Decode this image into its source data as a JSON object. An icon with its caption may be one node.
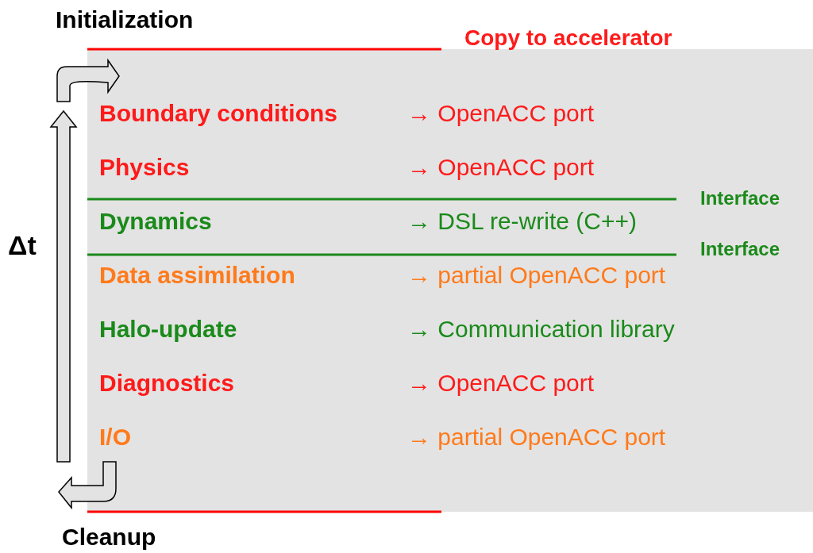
{
  "diagram": {
    "labels": [
      "Initialization",
      "Copy to accelerator",
      "Boundary conditions",
      "→ OpenACC port",
      "Physics",
      "→ OpenACC port",
      "Dynamics",
      "→ DSL re-write (C++)",
      "Interface",
      "Interface",
      "Data assimilation",
      "→ partial OpenACC port",
      "Halo-update",
      "→ Communication library",
      "Diagnostics",
      "→ OpenACC port",
      "I/O",
      "→ partial OpenACC port",
      "Δt",
      "Cleanup"
    ]
  }
}
